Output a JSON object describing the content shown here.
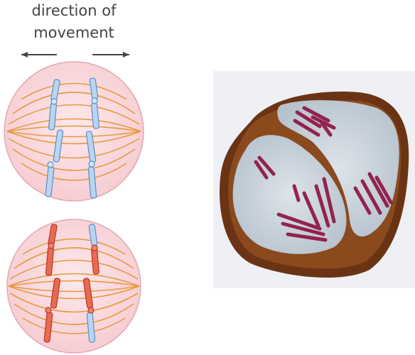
{
  "caption": {
    "line1": "direction of",
    "line2": "movement"
  },
  "arrows": {
    "left": "arrow-left-icon",
    "right": "arrow-right-icon"
  },
  "cells": [
    {
      "name": "top-cell-diagram",
      "chromosome_color": "blue"
    },
    {
      "name": "bottom-cell-diagram",
      "chromosome_color": "red with blue segments"
    }
  ],
  "photo": {
    "subject": "micrograph",
    "stain": "red chromosomes on blue-grey cytoplasm with brown border"
  },
  "colors": {
    "cell_fill": "#f9d7dc",
    "cell_stroke": "#e3a8b1",
    "spindle": "#e69a3d",
    "chrom_blue": "#9dc2e8",
    "chrom_blue_edge": "#5a8fc7",
    "chrom_red": "#e25a42",
    "chrom_red_edge": "#b53a25",
    "photo_brown": "#6a3414",
    "photo_inner": "#cad3dc",
    "photo_chrom": "#a3174c"
  }
}
